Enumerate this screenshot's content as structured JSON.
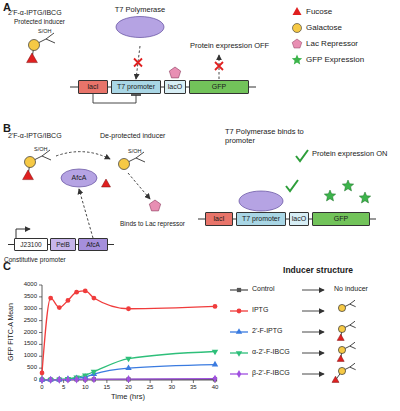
{
  "diagram": {
    "nodes": [
      {
        "text": [
          "lacI"
        ]
      },
      {
        "text": [
          "T7 promoter"
        ]
      },
      {
        "text": [
          "lacO"
        ]
      },
      {
        "text": [
          "GFP"
        ]
      },
      {
        "text": [
          "T7 Polymerase"
        ]
      },
      {
        "text": [
          "J23100"
        ]
      },
      {
        "text": [
          "PelB"
        ]
      },
      {
        "text": [
          "AfcA"
        ]
      },
      {
        "text": [
          "AfcA"
        ]
      },
      {
        "text": [
          "lacI"
        ]
      },
      {
        "text": [
          "T7 promoter"
        ]
      },
      {
        "text": [
          "lacO"
        ]
      },
      {
        "text": [
          "GFP"
        ]
      }
    ],
    "edges": [
      {
        "from": 0,
        "to": 1,
        "arrow": "to"
      },
      {
        "from": 4,
        "to": 1,
        "arrow": "to"
      },
      {
        "from": 7,
        "to": 8,
        "arrow": "to"
      }
    ],
    "labels": [
      "A",
      "2'F-α-IPTG/IBCG",
      "Protected inducer",
      "S/OH",
      "Protein expression OFF",
      "B",
      "2'F-α-IPTG/IBCG",
      "S/OH",
      "De-protected inducer",
      "S/OH",
      "Constitutive promoter",
      "Binds to Lac repressor",
      "T7 Polymerase binds to promoter",
      "Protein expression ON",
      "C",
      "GFP FITC-A Mean",
      "Time (hrs)",
      "0",
      "500",
      "1000",
      "1500",
      "2000",
      "2500",
      "3000",
      "3500",
      "4000",
      "0",
      "5",
      "10",
      "15",
      "20",
      "25",
      "30",
      "35",
      "40",
      "Inducer structure",
      "No inducer"
    ],
    "legend": [
      {
        "text": "Fucose"
      },
      {
        "text": "Galactose"
      },
      {
        "text": "Lac Repressor"
      },
      {
        "text": "GFP Expression"
      },
      {
        "text": "Control"
      },
      {
        "text": "IPTG"
      },
      {
        "text": "2'-F-IPTG"
      },
      {
        "text": "α-2'-F-IBCG"
      },
      {
        "text": "β-2'-F-IBCG"
      }
    ]
  }
}
